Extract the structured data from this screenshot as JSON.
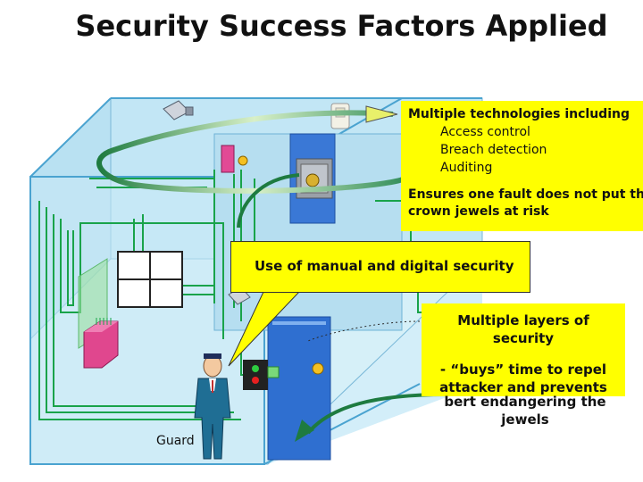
{
  "title": "Security Success Factors Applied",
  "callout_technologies": {
    "heading": "Multiple technologies including",
    "items": [
      "Access control",
      "Breach detection",
      "Auditing"
    ],
    "footer_line1": "Ensures one fault does not put th",
    "footer_line2": "crown jewels at risk"
  },
  "callout_manual": {
    "text": "Use of manual and digital security"
  },
  "callout_layers": {
    "line1": "Multiple layers of",
    "line2": "security",
    "line3": "- “buys” time to repel",
    "line4": "attacker and prevents",
    "line5": "bert endangering the",
    "line6": "jewels"
  },
  "guard_label": "Guard",
  "icons": [
    "security-camera-icon",
    "motion-sensor-icon",
    "safe-icon",
    "traffic-light-panel-icon",
    "guard-icon"
  ],
  "colors": {
    "callout": "#ffff00",
    "wall": "#c6e8f6",
    "wire": "#19a34a",
    "door": "#2f6fd0",
    "arrow": "#2e8b57"
  }
}
